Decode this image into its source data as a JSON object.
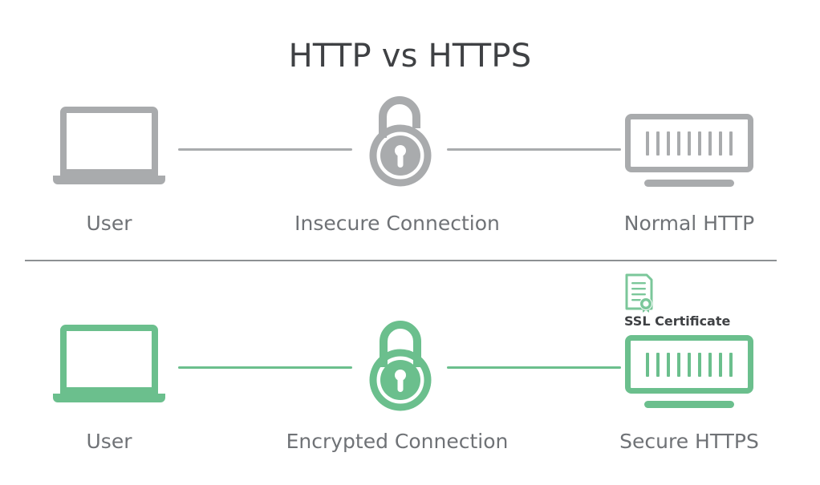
{
  "diagram": {
    "title": "HTTP vs HTTPS",
    "colors": {
      "title_text": "#3f4144",
      "label_text": "#6f7276",
      "insecure_gray": "#a9abad",
      "secure_green": "#6bbf8d",
      "divider": "#8d9093",
      "background": "#ffffff"
    },
    "rows": [
      {
        "id": "http-row",
        "variant": "insecure",
        "nodes": [
          {
            "id": "user",
            "icon": "laptop-icon",
            "label": "User"
          },
          {
            "id": "connection",
            "icon": "open-padlock-icon",
            "label": "Insecure Connection"
          },
          {
            "id": "server",
            "icon": "server-icon",
            "label": "Normal HTTP"
          }
        ],
        "connectors": 2,
        "server_bars": 9
      },
      {
        "id": "https-row",
        "variant": "secure",
        "nodes": [
          {
            "id": "user",
            "icon": "laptop-icon",
            "label": "User"
          },
          {
            "id": "connection",
            "icon": "closed-padlock-icon",
            "label": "Encrypted Connection"
          },
          {
            "id": "server",
            "icon": "server-icon",
            "label": "Secure HTTPS"
          }
        ],
        "connectors": 2,
        "server_bars": 9,
        "badge": {
          "icon": "certificate-icon",
          "label": "SSL Certificate"
        }
      }
    ]
  }
}
